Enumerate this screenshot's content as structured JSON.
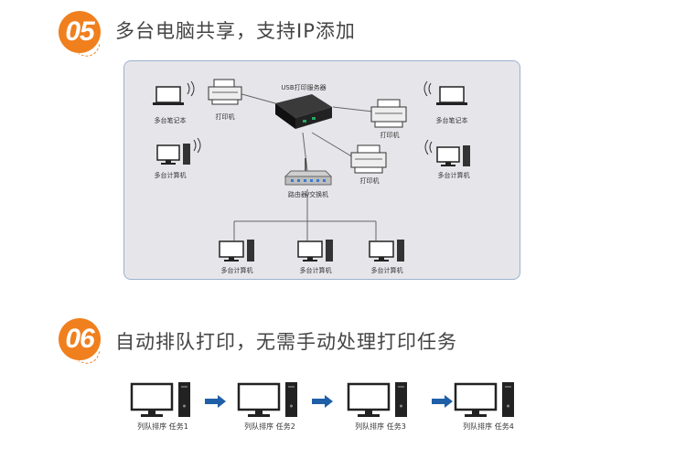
{
  "section5": {
    "number": "05",
    "title": "多台电脑共享，支持IP添加",
    "diagram": {
      "server_label": "USB打印服务器",
      "laptop_left_label": "多台笔记本",
      "laptop_right_label": "多台笔记本",
      "printer_top_left_label": "打印机",
      "printer_top_right_label": "打印机",
      "printer_mid_label": "打印机",
      "pc_left_label": "多台计算机",
      "pc_right_label": "多台计算机",
      "router_label": "路由器/交换机",
      "pc_bottom_labels": [
        "多台计算机",
        "多台计算机",
        "多台计算机"
      ]
    }
  },
  "section6": {
    "number": "06",
    "title": "自动排队打印，无需手动处理打印任务",
    "queue_labels": [
      "列队排序 任务1",
      "列队排序 任务2",
      "列队排序 任务3",
      "列队排序 任务4"
    ]
  },
  "colors": {
    "accent": "#f07f1e",
    "panel_bg": "#e6e6ea",
    "panel_border": "#9bb0cf",
    "arrow": "#1f5fa8"
  }
}
